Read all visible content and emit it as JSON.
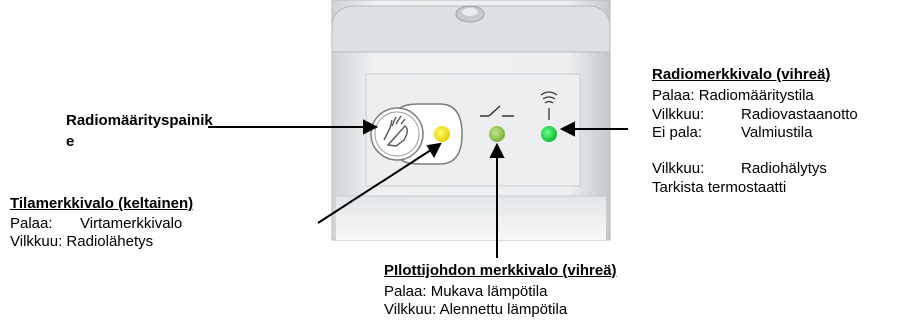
{
  "radio_button": {
    "label_line1": "Radiomäärityspainik",
    "label_line2": "e"
  },
  "status_led": {
    "title": "Tilamerkkivalo (keltainen)",
    "color": "#f5e61a",
    "rows": [
      {
        "state": "Palaa:",
        "desc": "Virtamerkkivalo"
      },
      {
        "state": "Vilkkuu:",
        "desc": "Radiolähetys"
      }
    ]
  },
  "radio_led": {
    "title": "Radiomerkkivalo (vihreä)",
    "color": "#22d14a",
    "rows": [
      {
        "state": "Palaa:",
        "desc": "Radiomääritystila"
      },
      {
        "state": "Vilkkuu:",
        "desc": "Radiovastaanotto"
      },
      {
        "state": "Ei pala:",
        "desc": "Valmiustila"
      }
    ],
    "extra_rows": [
      {
        "state": "Vilkkuu:",
        "desc": "Radiohälytys"
      }
    ],
    "extra_line": "Tarkista termostaatti"
  },
  "pilot_led": {
    "title": "PIlottijohdon merkkivalo (vihreä)",
    "color": "#8fc84a",
    "rows": [
      {
        "state": "Palaa:",
        "desc": "Mukava lämpötila"
      },
      {
        "state": "Vilkkuu:",
        "desc": "Alennettu lämpötila"
      }
    ]
  },
  "icons": [
    "hand-button-icon",
    "switch-icon",
    "antenna-icon"
  ]
}
